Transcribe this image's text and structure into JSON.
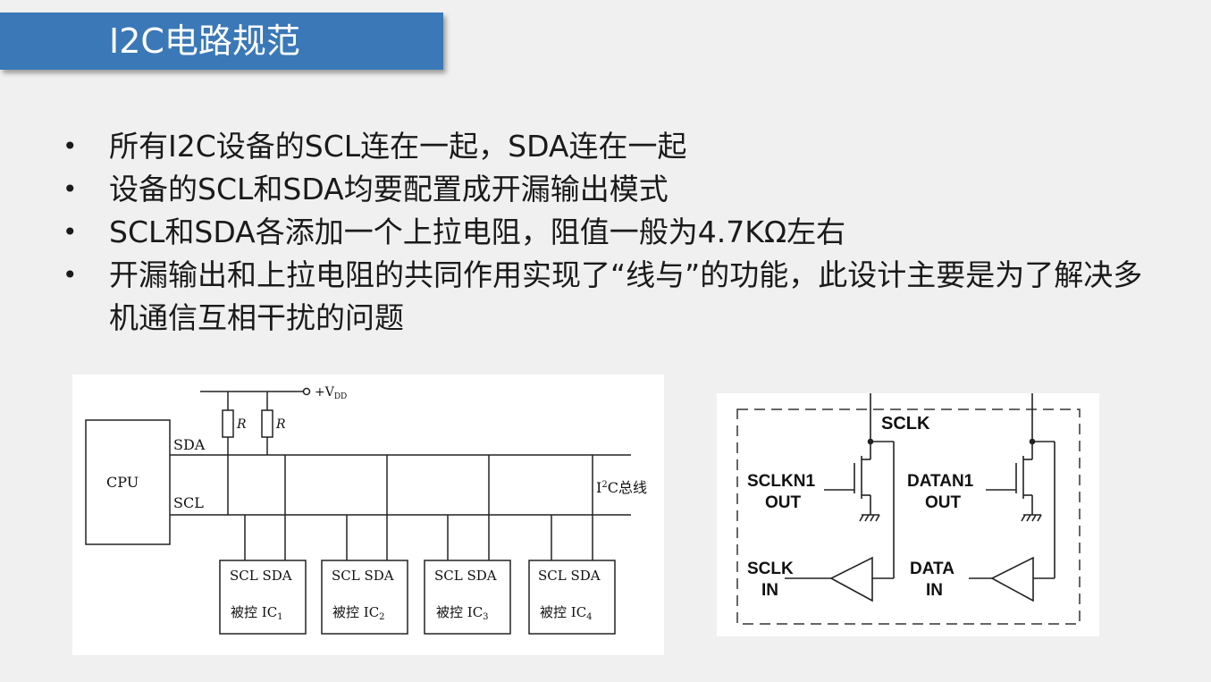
{
  "slide": {
    "title": "I2C电路规范",
    "bullets": [
      "所有I2C设备的SCL连在一起，SDA连在一起",
      "设备的SCL和SDA均要配置成开漏输出模式",
      "SCL和SDA各添加一个上拉电阻，阻值一般为4.7KΩ左右",
      "开漏输出和上拉电阻的共同作用实现了“线与”的功能，此设计主要是为了解决多机通信互相干扰的问题"
    ],
    "bullet_glyph": "•"
  },
  "bus_diagram": {
    "vdd_plus": "+V",
    "vdd_sub": "DD",
    "resistor_1": "R",
    "resistor_2": "R",
    "cpu_label": "CPU",
    "sda_label": "SDA",
    "scl_label": "SCL",
    "bus_label_prefix": "I",
    "bus_label_sup": "2",
    "bus_label_suffix": "C总线",
    "devices": [
      {
        "pins": "SCL SDA",
        "name": "被控 IC",
        "sub": "1"
      },
      {
        "pins": "SCL SDA",
        "name": "被控 IC",
        "sub": "2"
      },
      {
        "pins": "SCL SDA",
        "name": "被控 IC",
        "sub": "3"
      },
      {
        "pins": "SCL SDA",
        "name": "被控 IC",
        "sub": "4"
      }
    ]
  },
  "circuit_diagram": {
    "sclk": "SCLK",
    "sclkn1_line1": "SCLKN1",
    "sclkn1_line2": "OUT",
    "datan1_line1": "DATAN1",
    "datan1_line2": "OUT",
    "sclk_in_line1": "SCLK",
    "sclk_in_line2": "IN",
    "data_in_line1": "DATA",
    "data_in_line2": "IN"
  }
}
